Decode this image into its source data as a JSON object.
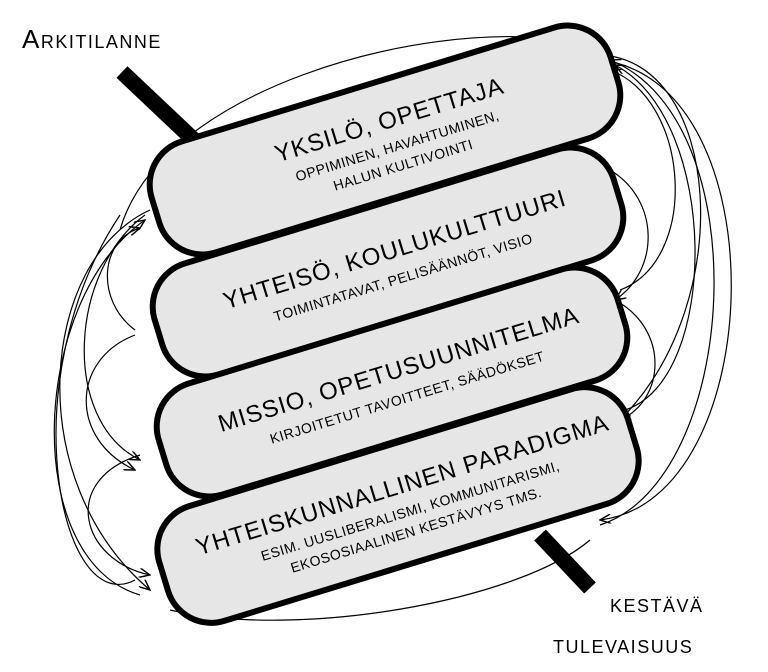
{
  "labels": {
    "top_left": "Arkitilanne",
    "bottom_right_line1": "kestävä",
    "bottom_right_line2": "tulevaisuus"
  },
  "layers": [
    {
      "title": "Yksilö, opettaja",
      "lines": [
        "oppiminen, havahtuminen,",
        "halun kultivointi"
      ]
    },
    {
      "title": "Yhteisö, koulukulttuuri",
      "lines": [
        "toimintatavat, pelisäännöt, visio"
      ]
    },
    {
      "title": "Missio, opetusuunnitelma",
      "lines": [
        "kirjoitetut tavoitteet, säädökset"
      ]
    },
    {
      "title": "Yhteiskunnallinen paradigma",
      "lines": [
        "esim. uusliberalismi, kommunitarismi,",
        "ekososiaalinen kestävyys tms."
      ]
    }
  ],
  "colors": {
    "slab_fill": "#e6e6e6",
    "stroke": "#000000"
  }
}
